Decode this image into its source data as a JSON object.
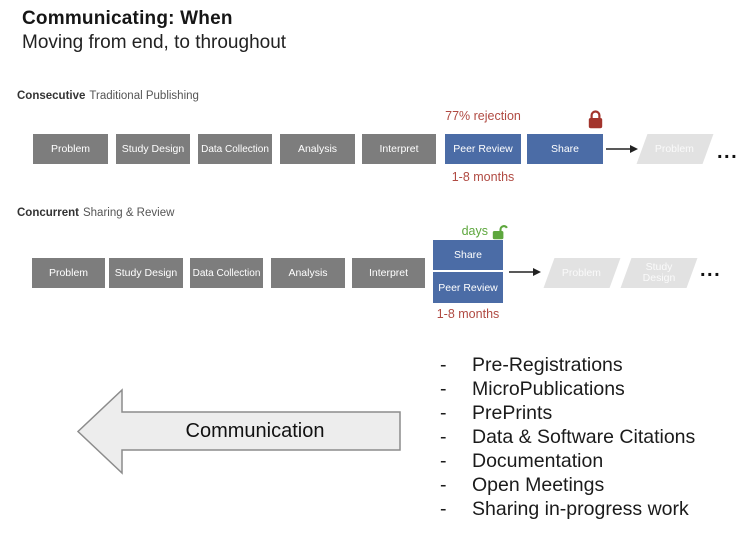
{
  "title": "Communicating: When",
  "subtitle": "Moving from end, to throughout",
  "bullet_marker": "-",
  "sections": {
    "consecutive": {
      "label_bold": "Consecutive",
      "label_rest": "Traditional Publishing",
      "stages": [
        "Problem",
        "Study Design",
        "Data Collection",
        "Analysis",
        "Interpret"
      ],
      "review_stage": "Peer Review",
      "share_stage": "Share",
      "rejection_note": "77% rejection",
      "duration_note": "1-8 months",
      "next_cycle": [
        "Problem"
      ],
      "ellipsis": "..."
    },
    "concurrent": {
      "label_bold": "Concurrent",
      "label_rest": "Sharing & Review",
      "stages": [
        "Problem",
        "Study Design",
        "Data Collection",
        "Analysis",
        "Interpret"
      ],
      "share_stage": "Share",
      "review_stage": "Peer Review",
      "speed_note": "days",
      "duration_note": "1-8 months",
      "next_cycle": [
        "Problem",
        "Study\nDesign"
      ],
      "ellipsis": "..."
    }
  },
  "communication_arrow": {
    "label": "Communication"
  },
  "bullets": [
    "Pre-Registrations",
    "MicroPublications",
    "PrePrints",
    "Data & Software Citations",
    "Documentation",
    "Open Meetings",
    "Sharing in-progress work"
  ],
  "colors": {
    "stage_gray": "#7d7d7d",
    "accent_blue": "#4b6ca6",
    "faded_gray": "#e2e2e2",
    "alert_red": "#b04a42",
    "lock_red": "#a3342c",
    "ok_green": "#5ea73e",
    "arrow_fill": "#ededed",
    "arrow_stroke": "#8c8c8c"
  }
}
